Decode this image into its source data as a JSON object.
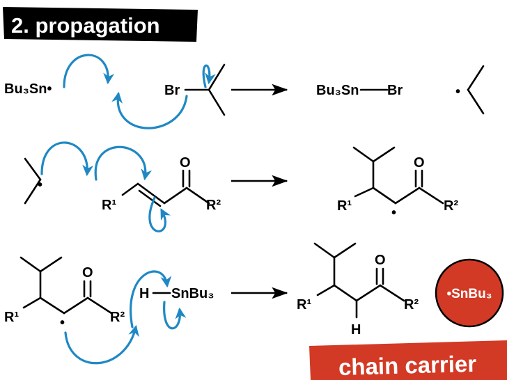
{
  "title": "2. propagation",
  "badge": "chain carrier",
  "carrier": "•SnBu₃",
  "colors": {
    "arrow": "#1f88c4",
    "title_bg": "#000000",
    "badge_bg": "#d23a26",
    "carrier_fill": "#d23a26"
  },
  "labels": {
    "bu3sn_radical": "Bu₃Sn•",
    "br": "Br",
    "bu3sn_br_left": "Bu₃Sn",
    "bu3sn_br_right": "Br",
    "radical_dot": "•",
    "o": "O",
    "r1": "R¹",
    "r2": "R²",
    "h": "H",
    "snbu3": "SnBu₃"
  }
}
